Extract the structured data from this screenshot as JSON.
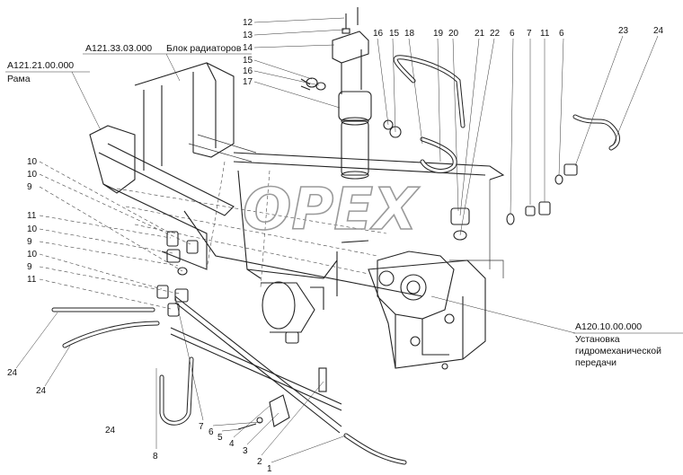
{
  "watermark": "OPEX",
  "assemblies": [
    {
      "code": "А121.33.03.000",
      "name": "Блок радиаторов"
    },
    {
      "code": "А121.21.00.000",
      "name": "Рама"
    },
    {
      "code": "А120.10.00.000",
      "name": "Установка гидромеханической передачи"
    }
  ],
  "transmission_caption_lines": [
    "Установка",
    "гидромеханической",
    "передачи"
  ],
  "callouts": {
    "top_stack": [
      "12",
      "13",
      "14",
      "15",
      "16",
      "17"
    ],
    "top_row": [
      "16",
      "15",
      "18",
      "19",
      "20",
      "21",
      "22",
      "6",
      "7",
      "11",
      "6",
      "23",
      "24"
    ],
    "left_column": [
      "10",
      "10",
      "9",
      "11",
      "10",
      "9",
      "10",
      "9",
      "11"
    ],
    "lower_left": [
      "24",
      "24",
      "24"
    ],
    "bottom_row": [
      "8",
      "7",
      "6",
      "5",
      "4",
      "3",
      "2",
      "1"
    ]
  }
}
